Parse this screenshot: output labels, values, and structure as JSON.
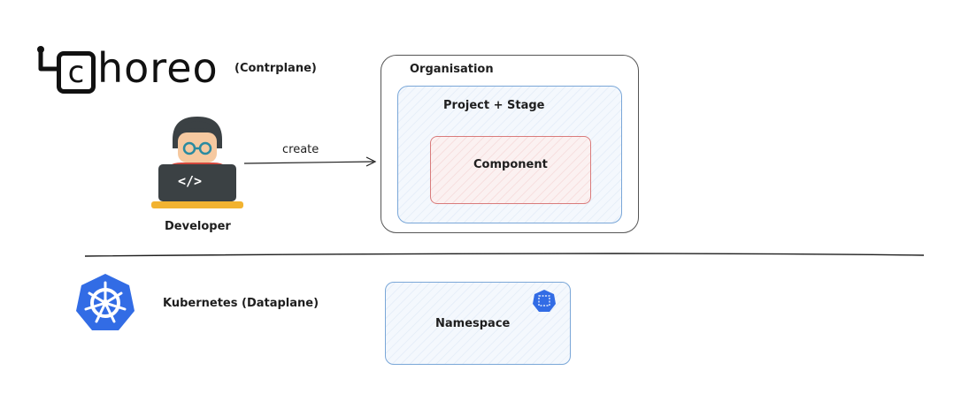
{
  "logo": {
    "initial": "c",
    "word": "horeo",
    "caption": "(Contrplane)"
  },
  "developer": {
    "label": "Developer",
    "screen_glyph": "</>"
  },
  "arrow": {
    "label": "create"
  },
  "organisation": {
    "label": "Organisation"
  },
  "project": {
    "label": "Project + Stage"
  },
  "component": {
    "label": "Component"
  },
  "kubernetes": {
    "label": "Kubernetes (Dataplane)"
  },
  "namespace": {
    "label": "Namespace"
  },
  "colors": {
    "kubernetes_blue": "#326ce5",
    "project_border": "#7aa7d8",
    "component_border": "#d97c7c"
  }
}
